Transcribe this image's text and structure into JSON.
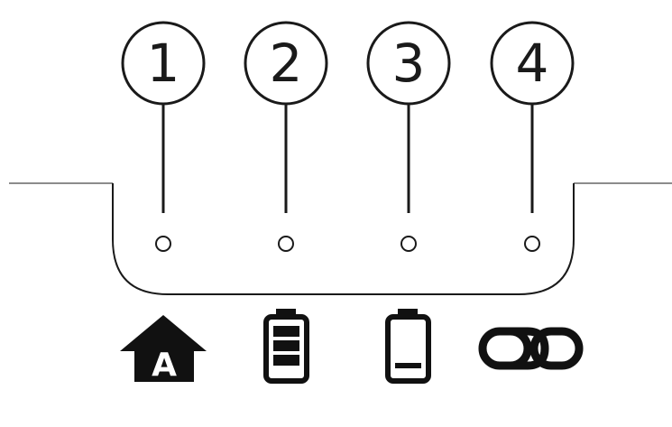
{
  "callouts": [
    {
      "number": "1",
      "meaning": "auto-mode-indicator"
    },
    {
      "number": "2",
      "meaning": "battery-full-indicator"
    },
    {
      "number": "3",
      "meaning": "battery-low-indicator"
    },
    {
      "number": "4",
      "meaning": "link-indicator"
    }
  ],
  "icons": [
    {
      "name": "auto-mode-icon",
      "letter": "A"
    },
    {
      "name": "battery-full-icon"
    },
    {
      "name": "battery-low-icon"
    },
    {
      "name": "link-icon"
    }
  ],
  "colors": {
    "stroke": "#1a1a1a",
    "panel_edge": "#8c8c8c",
    "background": "#ffffff"
  }
}
